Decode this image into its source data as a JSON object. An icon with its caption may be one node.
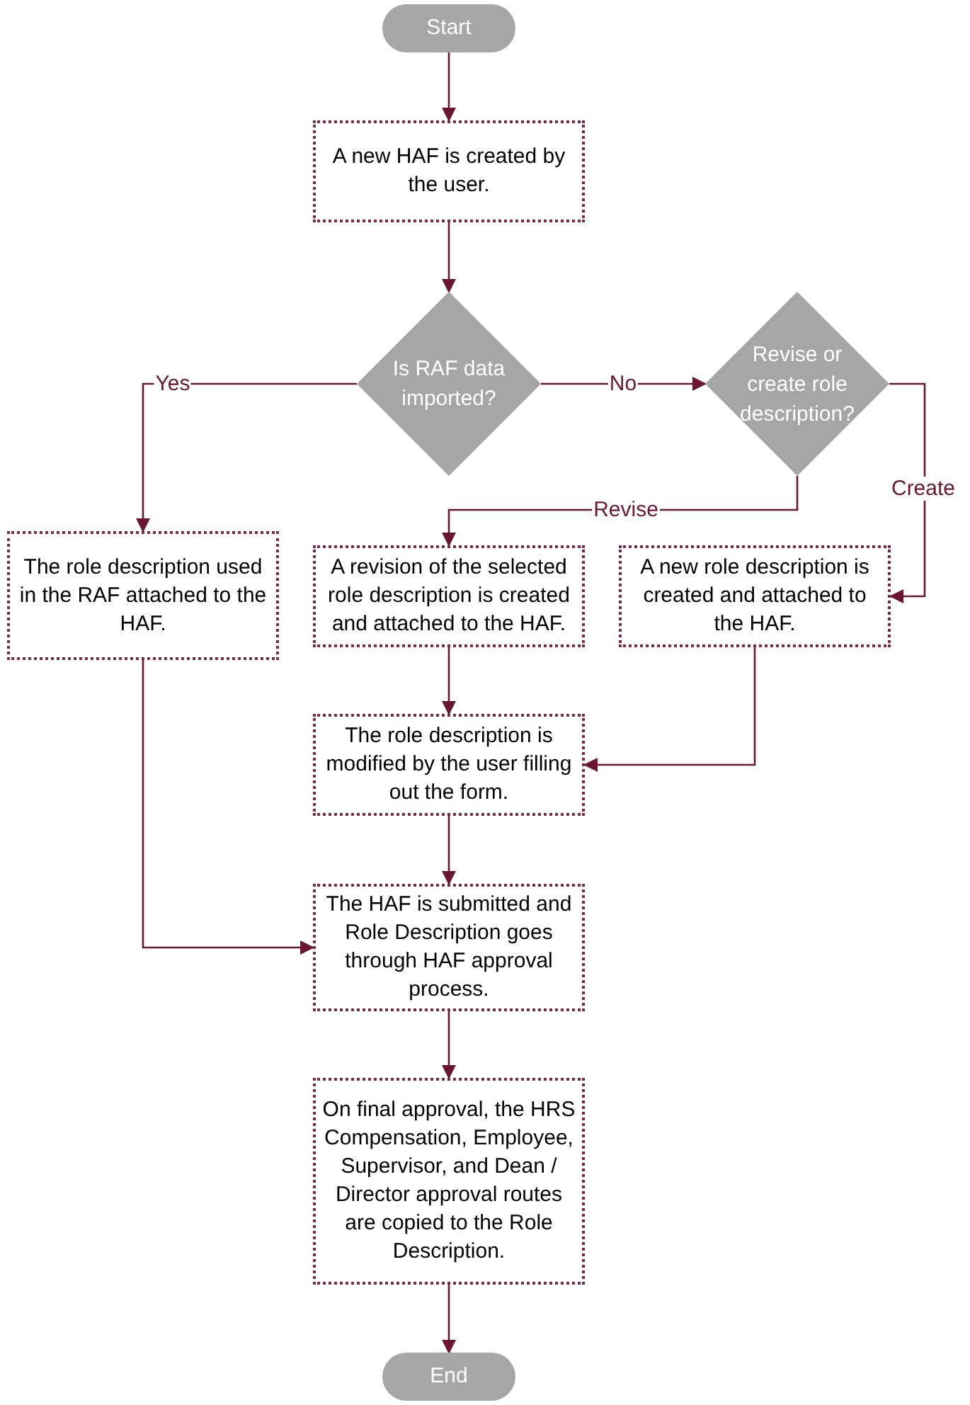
{
  "diagram": {
    "nodes": [
      {
        "text": [
          "Start"
        ]
      },
      {
        "text": [
          "A new HAF is created by the user."
        ]
      },
      {
        "text": [
          "Is RAF data imported?"
        ]
      },
      {
        "text": [
          "Revise or create role description?"
        ]
      },
      {
        "text": [
          "The role description used in the RAF attached to the HAF."
        ]
      },
      {
        "text": [
          "A revision of the selected role description is created and attached to the HAF."
        ]
      },
      {
        "text": [
          "A new role description is created and attached to the HAF."
        ]
      },
      {
        "text": [
          "The role description is modified by the user filling out the form."
        ]
      },
      {
        "text": [
          "The HAF is submitted and Role Description goes through HAF approval process."
        ]
      },
      {
        "text": [
          "On final approval, the HRS Compensation, Employee, Supervisor, and Dean / Director approval routes are copied to the Role Description."
        ]
      },
      {
        "text": [
          "End"
        ]
      }
    ],
    "edges": [
      {
        "from": 0,
        "to": 1,
        "arrow": "to"
      },
      {
        "from": 1,
        "to": 2,
        "arrow": "to"
      },
      {
        "from": 2,
        "to": 4,
        "arrow": "to",
        "label": "Yes"
      },
      {
        "from": 2,
        "to": 3,
        "arrow": "to",
        "label": "No"
      },
      {
        "from": 3,
        "to": 5,
        "arrow": "to",
        "label": "Revise"
      },
      {
        "from": 3,
        "to": 6,
        "arrow": "to",
        "label": "Create"
      },
      {
        "from": 5,
        "to": 7,
        "arrow": "to"
      },
      {
        "from": 6,
        "to": 7,
        "arrow": "to"
      },
      {
        "from": 4,
        "to": 8,
        "arrow": "to"
      },
      {
        "from": 7,
        "to": 8,
        "arrow": "to"
      },
      {
        "from": 8,
        "to": 9,
        "arrow": "to"
      },
      {
        "from": 9,
        "to": 10,
        "arrow": "to"
      }
    ]
  }
}
